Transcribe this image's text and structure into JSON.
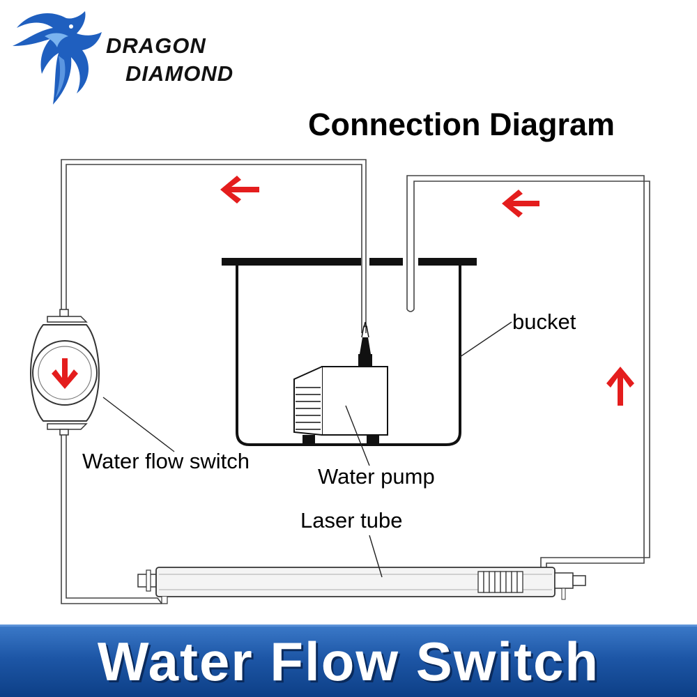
{
  "brand": {
    "line1": "DRAGON",
    "line2": "DIAMOND",
    "logo_icon": "dragon-logo-icon",
    "logo_color": "#1f5fbf"
  },
  "title": "Connection Diagram",
  "labels": {
    "bucket": "bucket",
    "water_flow_switch": "Water flow switch",
    "water_pump": "Water pump",
    "laser_tube": "Laser tube"
  },
  "flow_arrows": {
    "color": "#e41d1d",
    "directions": [
      "left",
      "left",
      "up",
      "down"
    ]
  },
  "banner": {
    "text": "Water Flow Switch",
    "color": "#1d56a6"
  }
}
